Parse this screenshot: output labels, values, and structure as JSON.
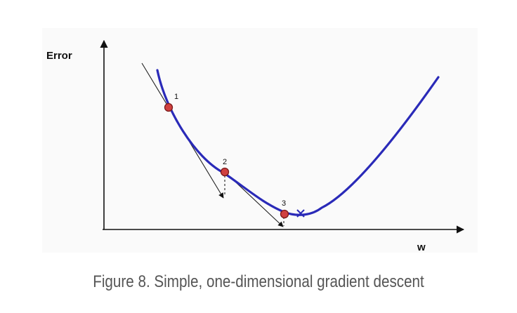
{
  "figure": {
    "y_axis_label": "Error",
    "x_axis_label": "w",
    "points": [
      {
        "label": "1"
      },
      {
        "label": "2"
      },
      {
        "label": "3"
      }
    ],
    "minimum_marker": "minimum-x-marker",
    "caption": "Figure 8. Simple, one-dimensional gradient descent"
  },
  "colors": {
    "curve": "#2a2ab8",
    "point_fill": "#d04040",
    "point_stroke": "#7a1a1a",
    "axes": "#111111",
    "tangent": "#222222",
    "caption": "#555555",
    "panel_background": "#fafafa"
  }
}
